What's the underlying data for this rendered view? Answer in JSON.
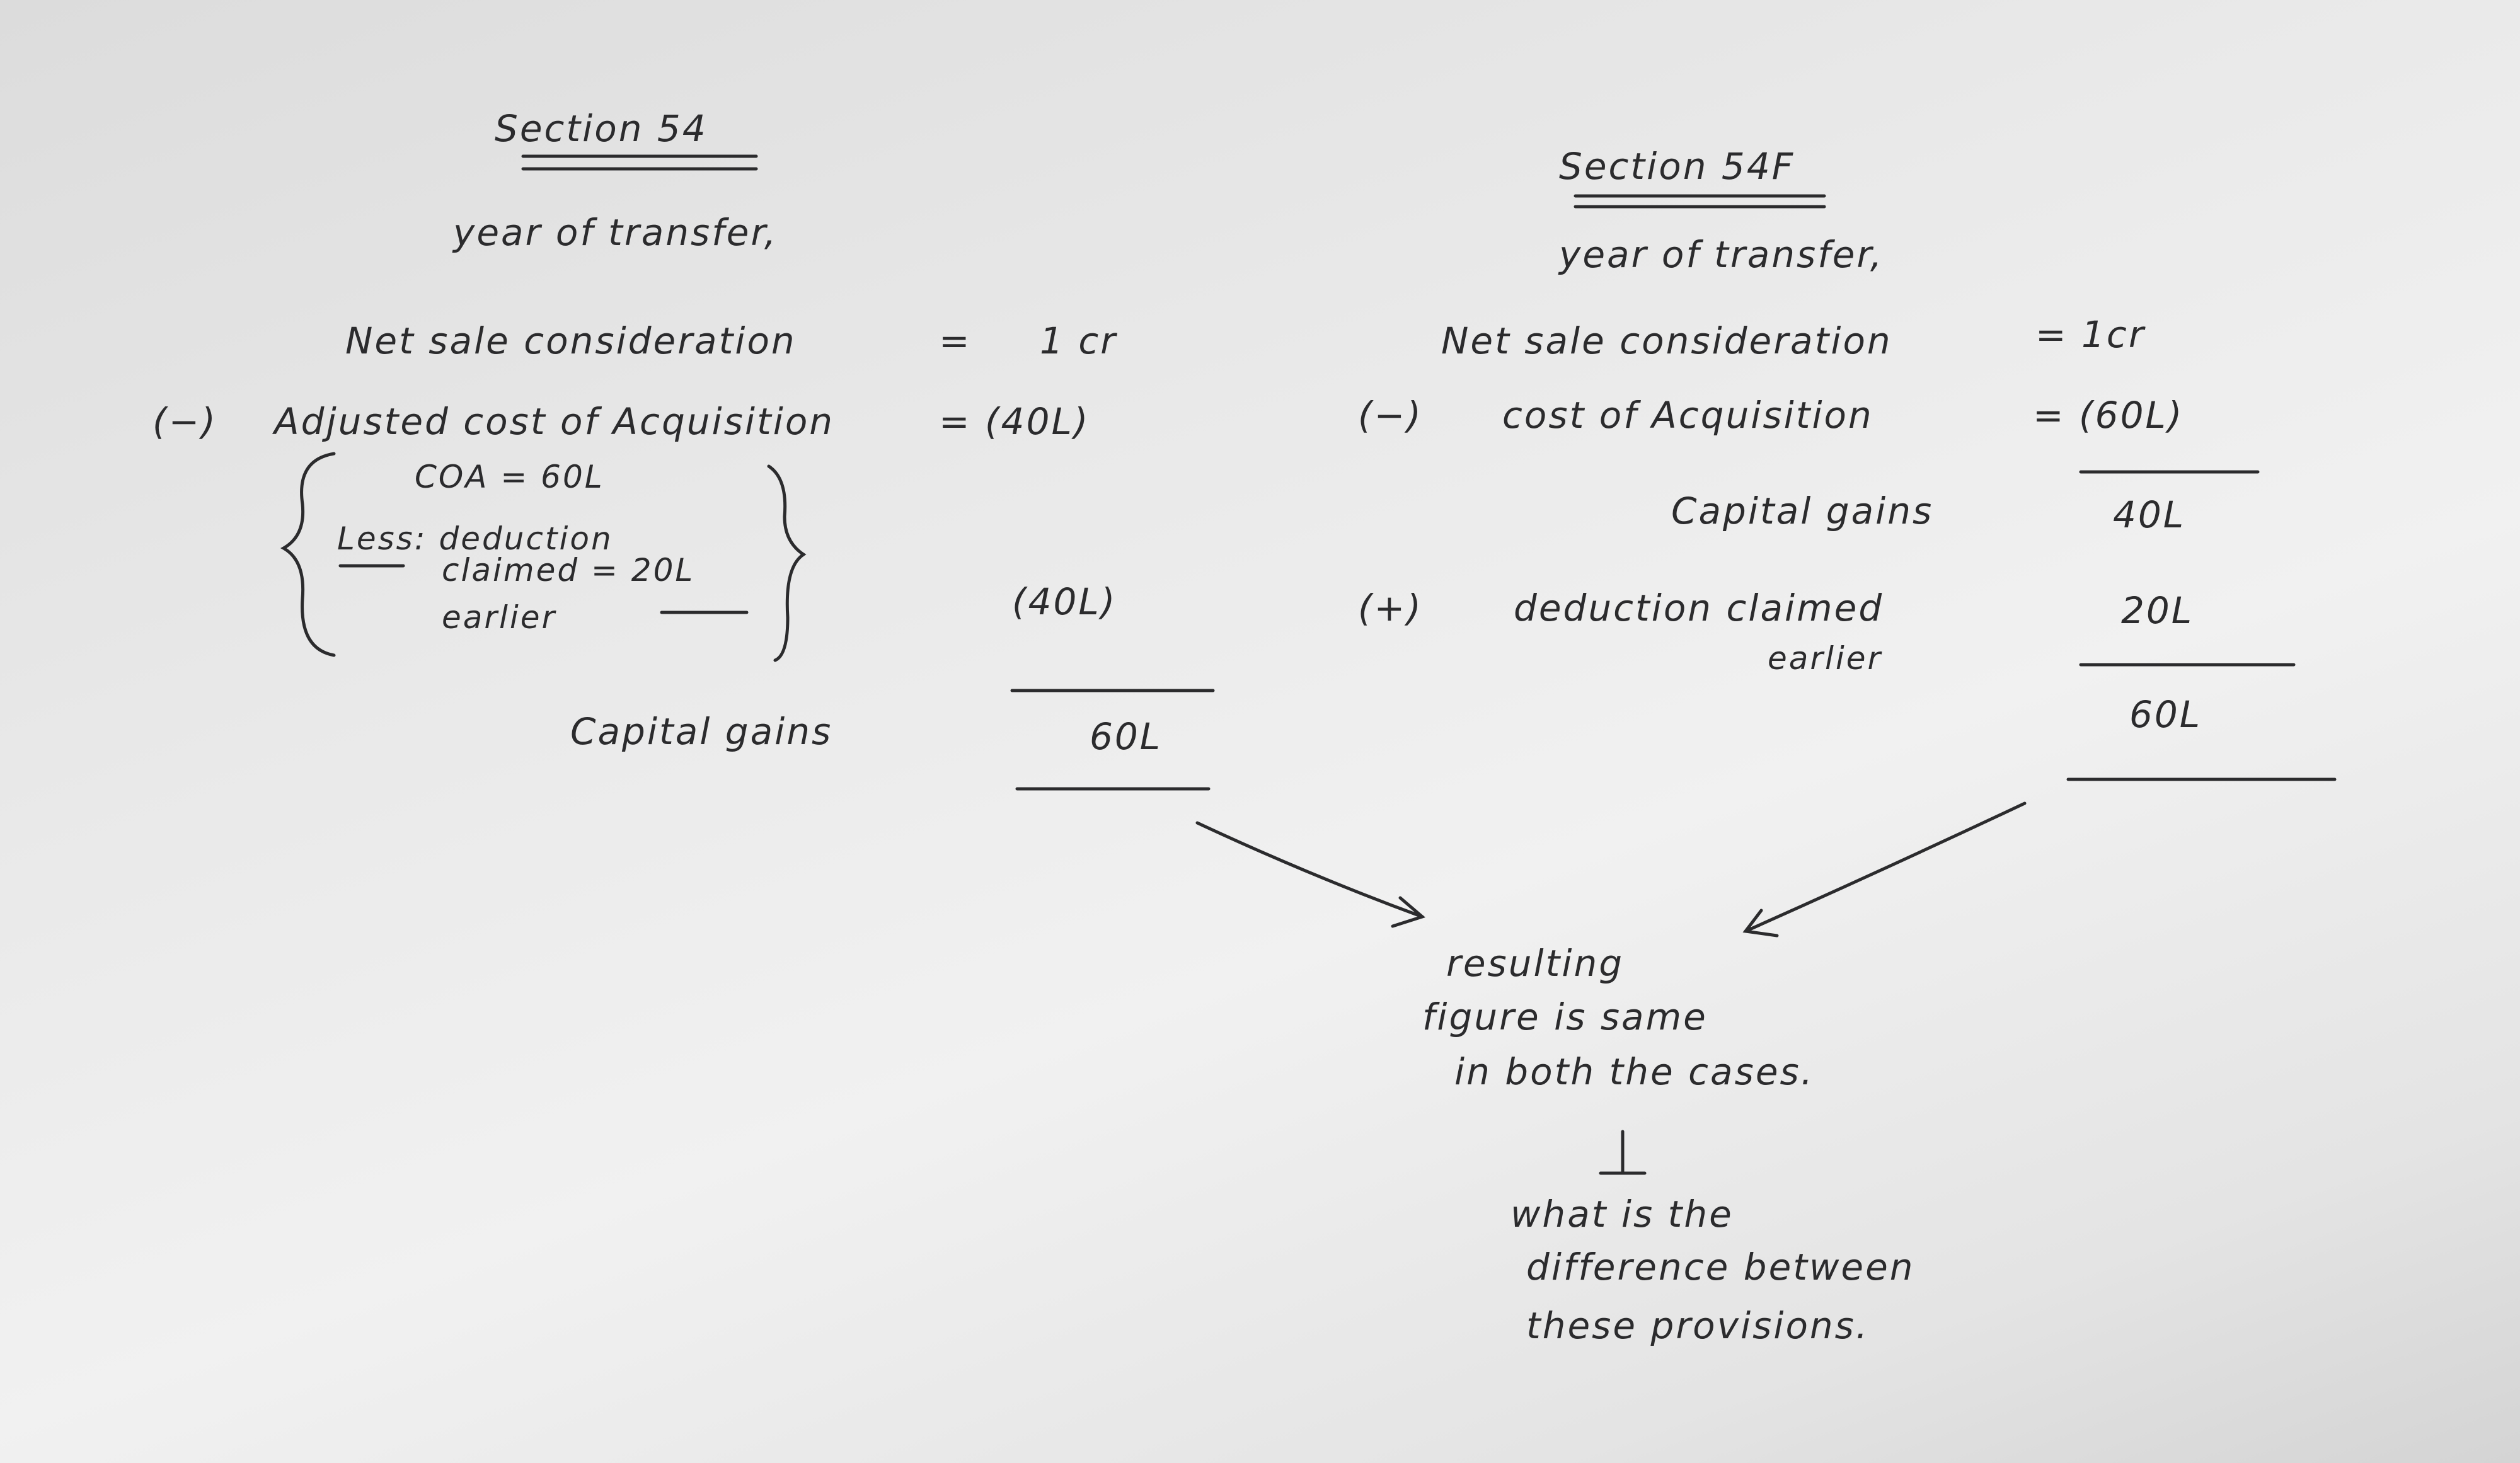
{
  "left": {
    "heading": "Section 54",
    "year": "year of transfer,",
    "nsc_label": "Net sale consideration",
    "nsc_eq": "=",
    "nsc_value": "1 cr",
    "minus": "(−)",
    "aca_label": "Adjusted cost of Acquisition",
    "aca_value": "= (40L)",
    "coa_line": "COA = 60L",
    "less_line": "Less: deduction",
    "claimed_line": "claimed = 20L",
    "earlier_line": "earlier",
    "subtotal": "(40L)",
    "cg_label": "Capital gains",
    "cg_value": "60L"
  },
  "right": {
    "heading": "Section 54F",
    "year": "year of transfer,",
    "nsc_label": "Net sale consideration",
    "nsc_value": "= 1cr",
    "minus": "(−)",
    "coa_label": "cost of Acquisition",
    "coa_value": "= (60L)",
    "cg_label": "Capital gains",
    "cg_value": "40L",
    "plus": "(+)",
    "ded_label": "deduction claimed",
    "ded_label2": "earlier",
    "ded_value": "20L",
    "total": "60L"
  },
  "conclusion": {
    "line1": "resulting",
    "line2": "figure is same",
    "line3": "in both the cases.",
    "q1": "what is the",
    "q2": "difference between",
    "q3": "these provisions."
  }
}
